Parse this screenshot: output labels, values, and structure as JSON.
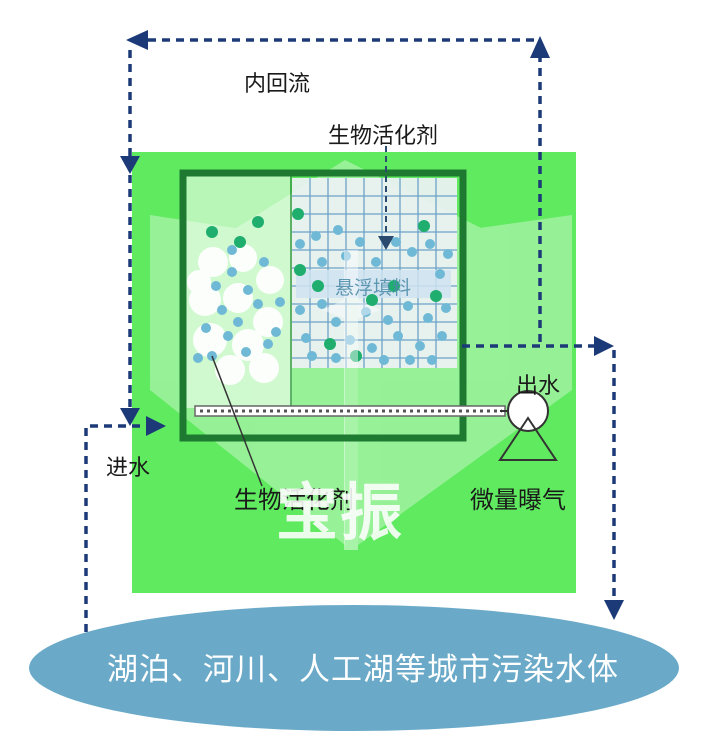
{
  "labels": {
    "internal_reflux": "内回流",
    "bio_activator_top": "生物活化剂",
    "suspended_filler": "悬浮填料",
    "water_outlet": "出水",
    "water_inlet": "进水",
    "bio_activator_bottom": "生物活化剂",
    "micro_aeration": "微量曝气",
    "water_body": "湖泊、河川、人工湖等城市污染水体"
  },
  "watermark": {
    "text": "宝振"
  },
  "colors": {
    "overlay_green": "#5fea5f",
    "tank_border": "#1e7a30",
    "flow_arrow": "#1d3a78",
    "lake": "#6aaac8",
    "dot_blue": "#6fb9d6",
    "dot_green": "#1fae6e"
  }
}
